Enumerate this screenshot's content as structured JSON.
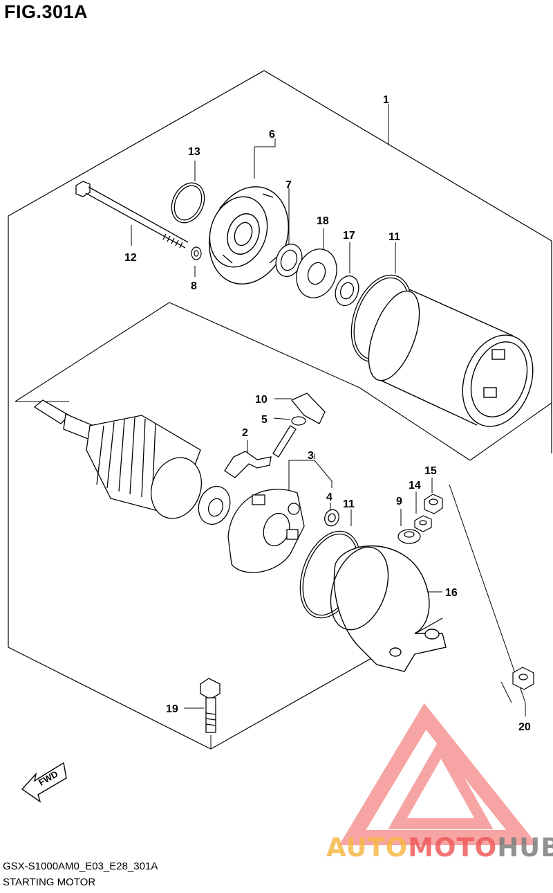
{
  "figure": {
    "title": "FIG.301A",
    "code": "GSX-S1000AM0_E03_E28_301A",
    "caption": "STARTING MOTOR"
  },
  "fwd_label": "FWD",
  "callouts": [
    {
      "id": "1",
      "label": "1"
    },
    {
      "id": "2",
      "label": "2"
    },
    {
      "id": "3",
      "label": "3"
    },
    {
      "id": "4",
      "label": "4"
    },
    {
      "id": "5",
      "label": "5"
    },
    {
      "id": "6",
      "label": "6"
    },
    {
      "id": "7",
      "label": "7"
    },
    {
      "id": "8",
      "label": "8"
    },
    {
      "id": "9",
      "label": "9"
    },
    {
      "id": "10",
      "label": "10"
    },
    {
      "id": "11a",
      "label": "11"
    },
    {
      "id": "11b",
      "label": "11"
    },
    {
      "id": "12",
      "label": "12"
    },
    {
      "id": "13",
      "label": "13"
    },
    {
      "id": "14",
      "label": "14"
    },
    {
      "id": "15",
      "label": "15"
    },
    {
      "id": "16",
      "label": "16"
    },
    {
      "id": "17",
      "label": "17"
    },
    {
      "id": "18",
      "label": "18"
    },
    {
      "id": "19",
      "label": "19"
    },
    {
      "id": "20",
      "label": "20"
    }
  ],
  "watermark": {
    "part1": "AUTO",
    "part2": "MOTO",
    "part3": "HUB",
    "colors": {
      "auto": "#f6b847",
      "moto": "#ef5b5b",
      "hub": "#7e7e7e"
    }
  }
}
